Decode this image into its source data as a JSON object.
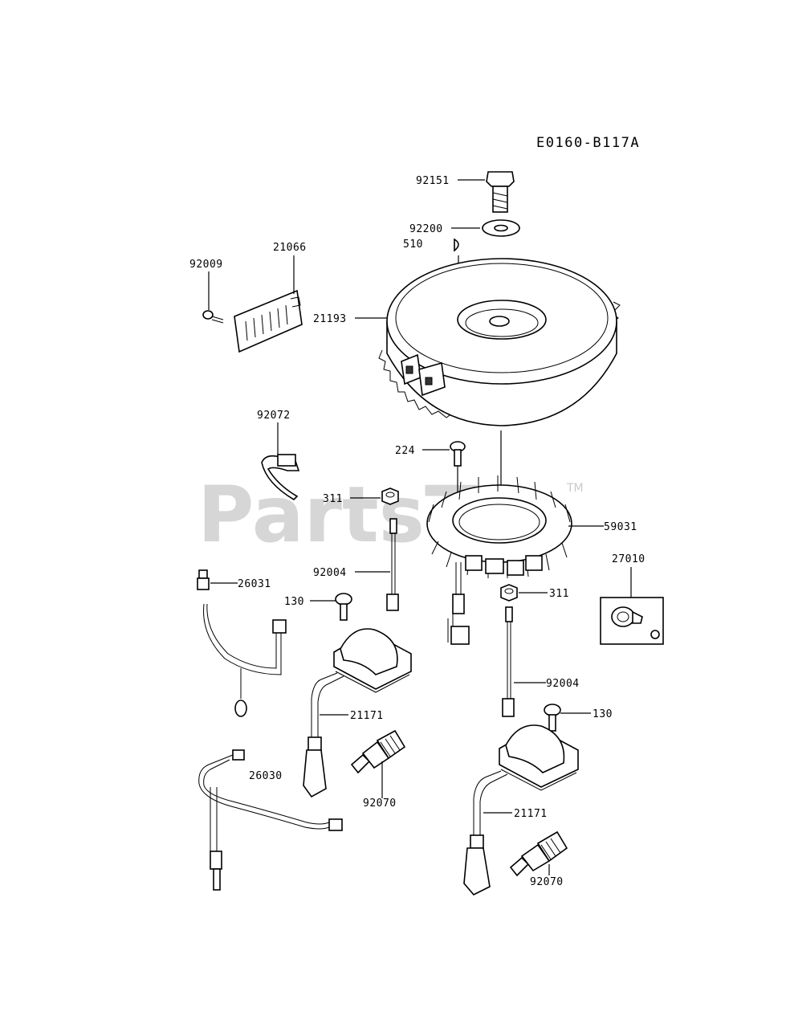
{
  "diagram": {
    "reference_code": "E0160-B117A",
    "watermark": "PartsTr",
    "watermark_mark": "TM",
    "callouts": {
      "c92151": "92151",
      "c92200": "92200",
      "c510": "510",
      "c92009": "92009",
      "c21066": "21066",
      "c21193": "21193",
      "c92072": "92072",
      "c224": "224",
      "c311a": "311",
      "c59031": "59031",
      "c27010": "27010",
      "c26031": "26031",
      "c92004a": "92004",
      "c130a": "130",
      "c311b": "311",
      "c92004b": "92004",
      "c130b": "130",
      "c21171a": "21171",
      "c26030": "26030",
      "c92070a": "92070",
      "c21171b": "21171",
      "c92070b": "92070"
    }
  }
}
